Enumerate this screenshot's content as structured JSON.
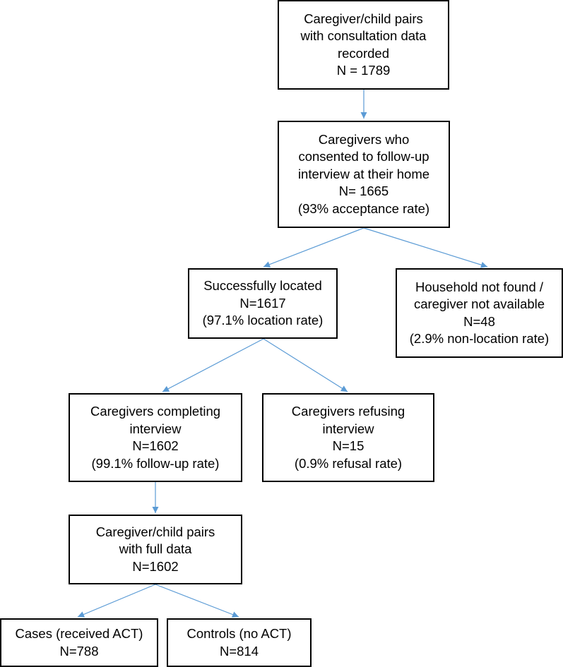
{
  "nodes": {
    "consultation": {
      "lines": [
        "Caregiver/child pairs",
        "with consultation data",
        "recorded",
        "N = 1789"
      ]
    },
    "consented": {
      "lines": [
        "Caregivers who",
        "consented to follow-up",
        "interview at their home",
        "N= 1665",
        "(93% acceptance rate)"
      ]
    },
    "located": {
      "lines": [
        "Successfully located",
        "N=1617",
        "(97.1% location rate)"
      ]
    },
    "not_found": {
      "lines": [
        "Household not found /",
        "caregiver not available",
        "N=48",
        "(2.9% non-location rate)"
      ]
    },
    "completing": {
      "lines": [
        "Caregivers completing",
        "interview",
        "N=1602",
        "(99.1% follow-up rate)"
      ]
    },
    "refusing": {
      "lines": [
        "Caregivers refusing",
        "interview",
        "N=15",
        "(0.9% refusal rate)"
      ]
    },
    "full_data": {
      "lines": [
        "Caregiver/child pairs",
        "with full data",
        "N=1602"
      ]
    },
    "cases": {
      "lines": [
        "Cases (received ACT)",
        "N=788"
      ]
    },
    "controls": {
      "lines": [
        "Controls (no ACT)",
        "N=814"
      ]
    }
  },
  "edges": [
    {
      "from": "consultation",
      "to": "consented"
    },
    {
      "from": "consented",
      "to": "located"
    },
    {
      "from": "consented",
      "to": "not_found"
    },
    {
      "from": "located",
      "to": "completing"
    },
    {
      "from": "located",
      "to": "refusing"
    },
    {
      "from": "completing",
      "to": "full_data"
    },
    {
      "from": "full_data",
      "to": "cases"
    },
    {
      "from": "full_data",
      "to": "controls"
    }
  ],
  "colors": {
    "box_border": "#000000",
    "arrow": "#5b9bd5",
    "text": "#000000"
  }
}
